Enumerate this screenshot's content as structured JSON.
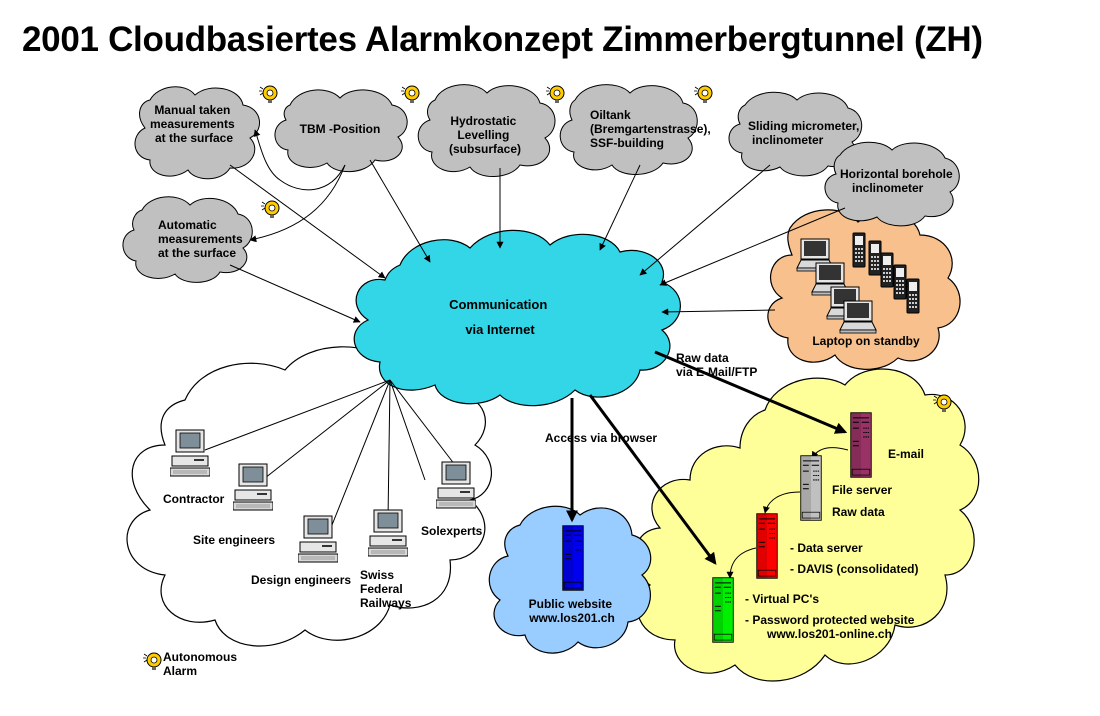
{
  "title": "2001 Cloudbasiertes  Alarmkonzept Zimmerbergtunnel (ZH)",
  "sources": {
    "manual": [
      "Manual taken",
      "measurements",
      "at the surface"
    ],
    "tbm": [
      "TBM -Position"
    ],
    "hydrostatic": [
      "Hydrostatic",
      "Levelling",
      "(subsurface)"
    ],
    "oiltank": [
      "Oiltank",
      "(Bremgartenstrasse),",
      "SSF-building"
    ],
    "sliding": [
      "Sliding micrometer,",
      "inclinometer"
    ],
    "horizontal": [
      "Horizontal borehole",
      "inclinometer"
    ],
    "automatic": [
      "Automatic",
      "measurements",
      "at the surface"
    ]
  },
  "communication": [
    "Communication",
    "via Internet"
  ],
  "laptop_label": "Laptop on standby",
  "raw_data_label": [
    "Raw data",
    "via E-Mail/FTP"
  ],
  "access_label": "Access via browser",
  "users": {
    "contractor": "Contractor",
    "site": "Site engineers",
    "design": "Design engineers",
    "sbb": [
      "Swiss",
      "Federal",
      "Railways"
    ],
    "solexperts": "Solexperts"
  },
  "public_site": [
    "Public website",
    "www.los201.ch"
  ],
  "servers": {
    "email": "E-mail",
    "file": [
      "File server",
      "Raw data"
    ],
    "data": [
      "- Data server",
      "- DAVIS (consolidated)"
    ],
    "virtual": [
      "- Virtual PC's",
      "- Password protected website",
      "www.los201-online.ch"
    ]
  },
  "legend": [
    "Autonomous",
    "Alarm"
  ],
  "colors": {
    "gray_cloud": "#c0c0c0",
    "internet_cloud": "#33d6e6",
    "laptop_cloud": "#f8c08c",
    "users_cloud": "#ffffff",
    "public_cloud": "#99ccff",
    "server_cloud": "#ffff99",
    "email_server": "#993366",
    "file_server": "#c0c0c0",
    "data_server": "#ff0000",
    "virtual_server": "#00ee00",
    "public_server": "#0000ee",
    "alarm_icon": "#ffcc00"
  },
  "icons": [
    "alarm-icon",
    "desktop-computer-icon",
    "laptop-icon",
    "mobile-phone-icon",
    "server-tower-icon"
  ]
}
